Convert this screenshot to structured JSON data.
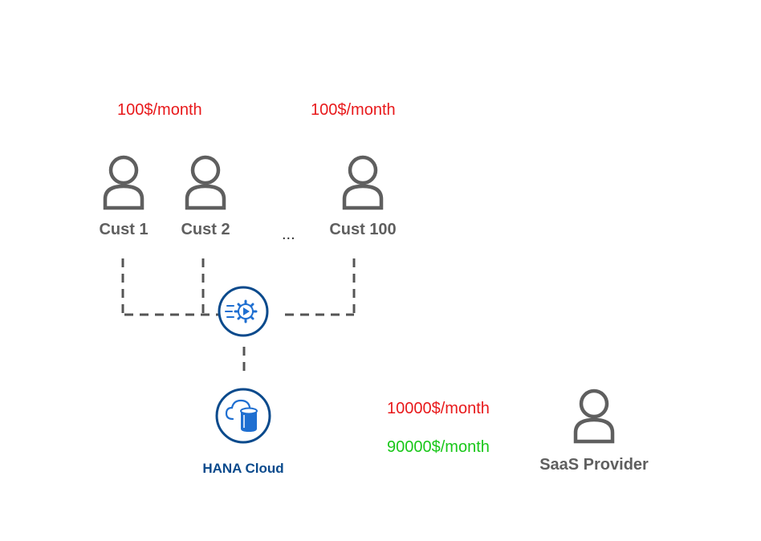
{
  "prices": {
    "cust1": "100$/month",
    "cust100": "100$/month",
    "cost": "10000$/month",
    "profit": "90000$/month"
  },
  "customers": [
    {
      "label": "Cust 1"
    },
    {
      "label": "Cust 2"
    },
    {
      "label": "Cust 100"
    }
  ],
  "ellipsis": "...",
  "hana": {
    "label": "HANA Cloud"
  },
  "provider": {
    "label": "SaaS Provider"
  },
  "colors": {
    "price_red": "#e8191b",
    "price_green": "#19c719",
    "person_gray": "#5f5f5f",
    "connector_gray": "#555555",
    "service_blue": "#0a4a8c",
    "icon_blue": "#1f6fd1"
  },
  "icons": {
    "person": "person-icon",
    "service": "process-gear-icon",
    "database": "cloud-database-icon"
  }
}
